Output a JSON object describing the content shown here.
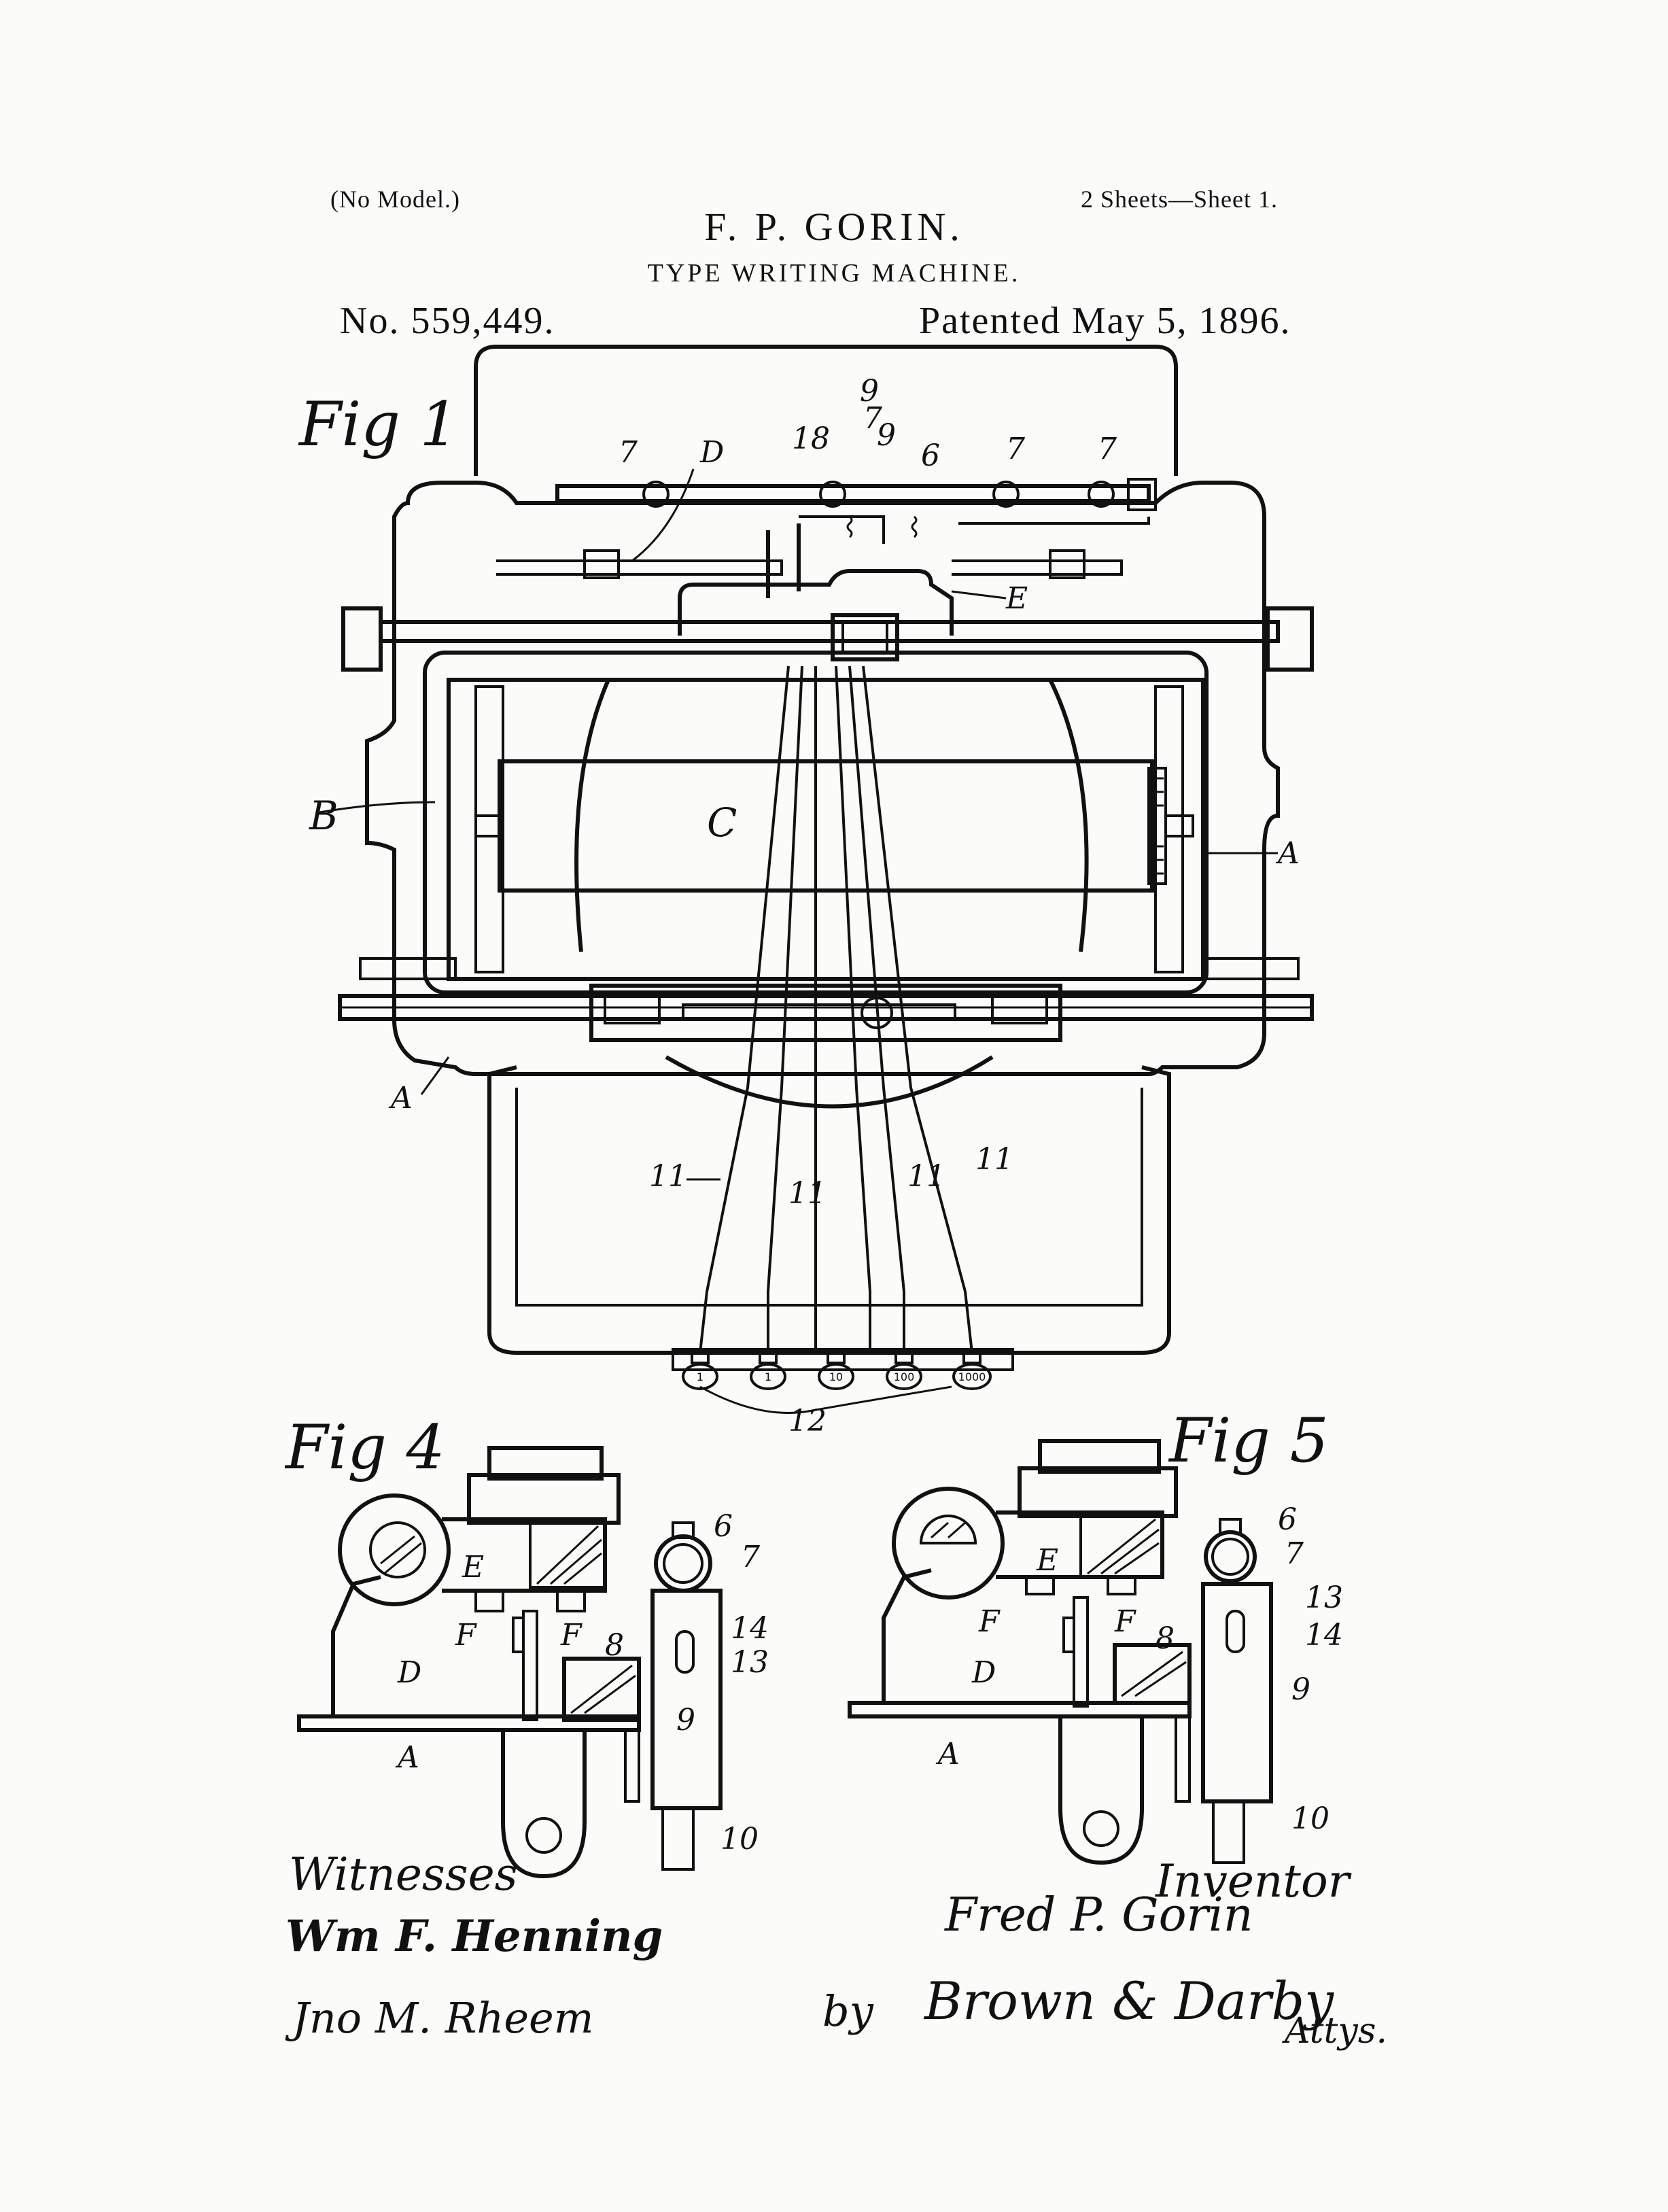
{
  "header": {
    "no_model": "(No Model.)",
    "sheets": "2 Sheets—Sheet 1.",
    "inventor": "F. P. GORIN.",
    "title": "TYPE WRITING MACHINE.",
    "patent_number": "No. 559,449.",
    "patent_date": "Patented May 5, 1896."
  },
  "figures": {
    "fig1": {
      "caption": "Fig 1",
      "labels": [
        "7",
        "D",
        "9",
        "18",
        "7",
        "9",
        "6",
        "7",
        "7",
        "E",
        "B",
        "C",
        "A",
        "A",
        "11",
        "11",
        "11",
        "11",
        "12"
      ],
      "key_values": [
        "1",
        "1",
        "10",
        "100",
        "1000"
      ]
    },
    "fig4": {
      "caption": "Fig 4",
      "labels": [
        "6",
        "7",
        "E",
        "F",
        "F",
        "D",
        "8",
        "14",
        "13",
        "9",
        "A",
        "10"
      ]
    },
    "fig5": {
      "caption": "Fig 5",
      "labels": [
        "6",
        "7",
        "E",
        "F",
        "F",
        "D",
        "8",
        "13",
        "14",
        "9",
        "A",
        "10"
      ]
    }
  },
  "signatures": {
    "witnesses_label": "Witnesses",
    "witness_1": "Wm F. Henning",
    "witness_2": "Jno M. Rheem",
    "inventor_label": "Inventor",
    "inventor_name": "Fred P. Gorin",
    "by": "by",
    "attorneys": "Brown & Darby",
    "attys": "Attys."
  }
}
